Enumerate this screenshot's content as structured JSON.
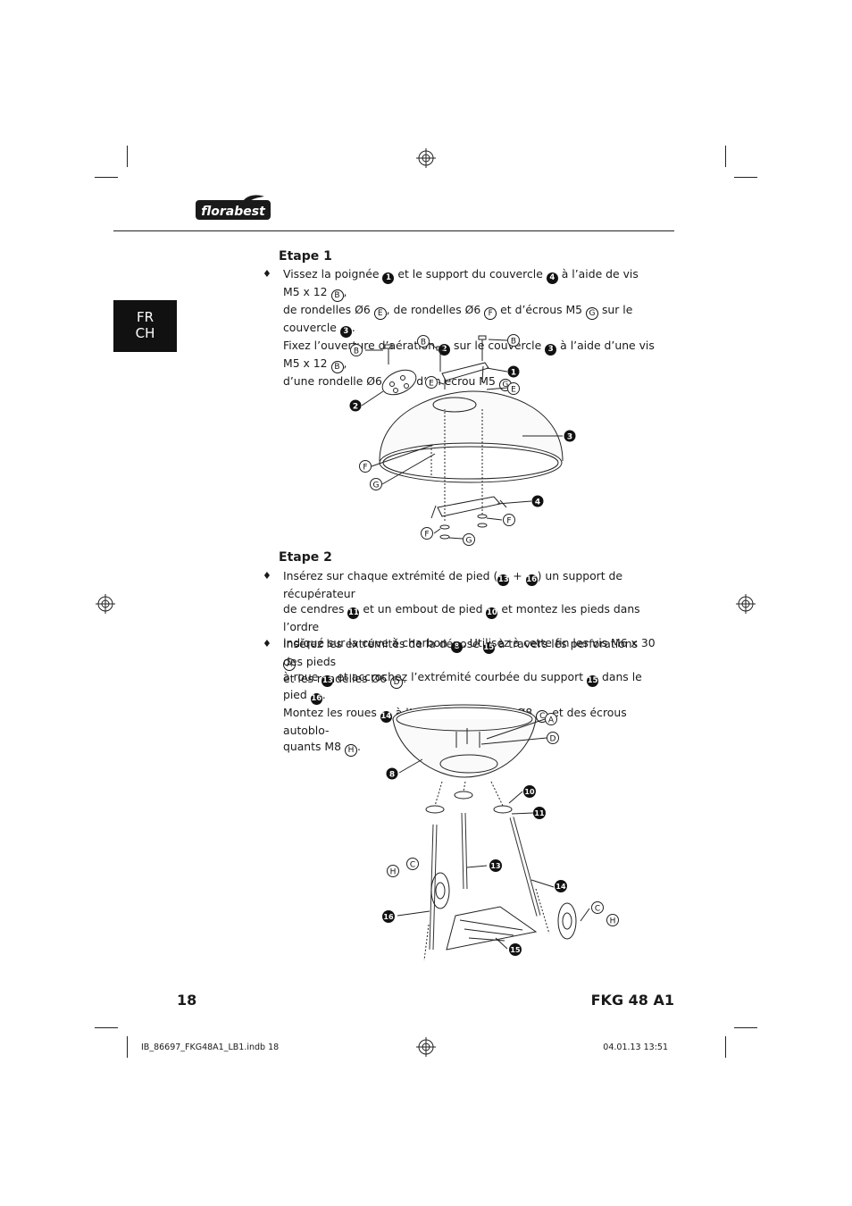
{
  "brand": {
    "logo_text": "florabest"
  },
  "language_tab": {
    "line1": "FR",
    "line2": "CH"
  },
  "step1": {
    "heading": "Etape 1",
    "bullet_symbol": "♦",
    "p": [
      "Vissez la poignée",
      "1",
      "et le support du couvercle",
      "4",
      "à l’aide de vis M5 x 12",
      "B",
      ",",
      "de rondelles Ø6",
      "E",
      ", de rondelles Ø6",
      "F",
      "et d’écrous M5",
      "G",
      "sur le couvercle",
      "3",
      ".",
      "Fixez l’ouverture d’aération",
      "2",
      "sur le couvercle",
      "3",
      "à l’aide d’une vis M5 x 12",
      "B",
      ",",
      "d’une rondelle Ø6",
      "F",
      "et d’un écrou M5",
      "G",
      "."
    ]
  },
  "figure1_labels": {
    "b1": "B",
    "b2": "B",
    "b3": "B",
    "n1": "1",
    "e1": "E",
    "e2": "E",
    "n2": "2",
    "n3": "3",
    "f1": "F",
    "g1": "G",
    "n4": "4",
    "f2": "F",
    "f3": "F",
    "g2": "G"
  },
  "step2": {
    "heading": "Etape 2",
    "bullet_symbol": "♦",
    "b1": [
      "Insérez sur chaque extrémité de pied (",
      "13",
      "+",
      "16",
      ") un support de récupérateur",
      "de cendres",
      "11",
      "et un embout de pied",
      "10",
      "et montez les pieds dans l’ordre",
      "indiqué sur la cuve à charbon",
      "8",
      ". Utilisez à cette fin les vis M6 x 30",
      "A",
      "et les rondelles Ø6",
      "D",
      "."
    ],
    "b2": [
      "Insérez les extrémités de la dépose",
      "15",
      "à travers les perforations des pieds",
      "à roue",
      "13",
      "et accrochez l’extrémité courbée du support",
      "15",
      "dans le pied",
      "16",
      ".",
      "Montez les roues",
      "14",
      "à l’aide des rondelles Ø8",
      "C",
      "et des écrous autoblo-",
      "quants M8",
      "H",
      "."
    ]
  },
  "figure2_labels": {
    "a": "A",
    "d": "D",
    "n8": "8",
    "n10": "10",
    "n11": "11",
    "h1": "H",
    "c1": "C",
    "n13": "13",
    "n14": "14",
    "n16": "16",
    "c2": "C",
    "h2": "H",
    "n15": "15"
  },
  "footer": {
    "page_number": "18",
    "model": "FKG 48 A1",
    "file": "IB_86697_FKG48A1_LB1.indb   18",
    "date": "04.01.13   13:51"
  }
}
